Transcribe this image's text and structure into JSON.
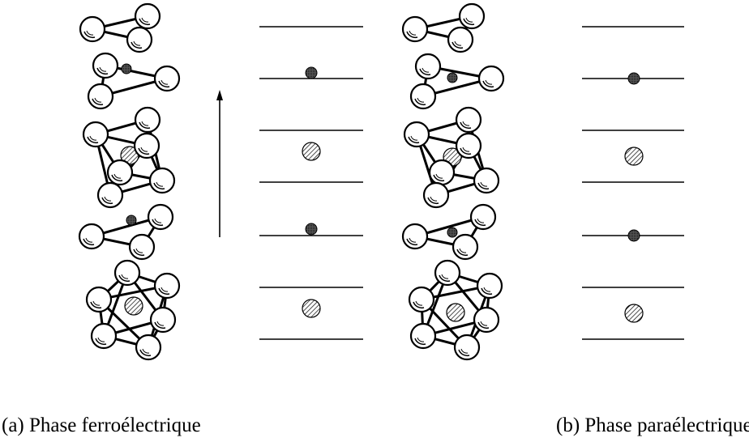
{
  "captions": {
    "a": "(a) Phase ferroélectrique",
    "b": "(b) Phase paraélectrique"
  },
  "panels": [
    {
      "id": "a",
      "polarization_arrow": true,
      "layers": [
        {
          "type": "triangle",
          "small_atom": false,
          "large_atom": false
        },
        {
          "type": "triangle",
          "small_atom": true,
          "large_atom": false
        },
        {
          "type": "octahedron",
          "small_atom": false,
          "large_atom": true
        },
        {
          "type": "triangle",
          "small_atom": true,
          "large_atom": false
        },
        {
          "type": "octahedron",
          "small_atom": false,
          "large_atom": true
        }
      ]
    },
    {
      "id": "b",
      "polarization_arrow": false,
      "layers": [
        {
          "type": "triangle",
          "small_atom": false,
          "large_atom": false
        },
        {
          "type": "triangle",
          "small_atom": true,
          "large_atom": false
        },
        {
          "type": "octahedron",
          "small_atom": false,
          "large_atom": true
        },
        {
          "type": "triangle",
          "small_atom": true,
          "large_atom": false
        },
        {
          "type": "octahedron",
          "small_atom": false,
          "large_atom": true
        }
      ]
    }
  ]
}
